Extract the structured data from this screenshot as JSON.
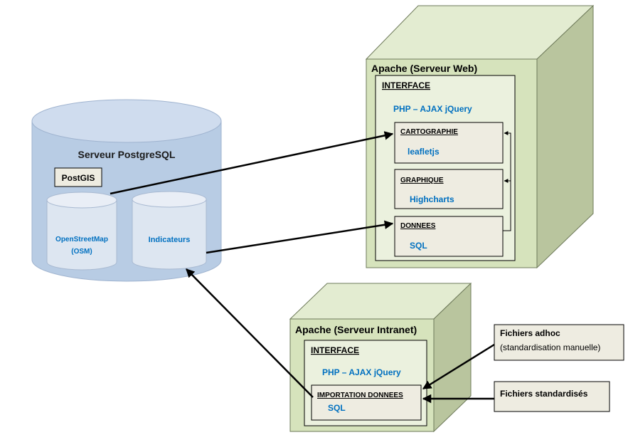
{
  "postgres": {
    "title": "Serveur PostgreSQL",
    "postgis": "PostGIS",
    "db1_line1": "OpenStreetMap",
    "db1_line2": "(OSM)",
    "db2": "Indicateurs"
  },
  "web": {
    "title": "Apache (Serveur Web)",
    "interface": "INTERFACE",
    "tech": "PHP – AJAX jQuery",
    "carto_title": "CARTOGRAPHIE",
    "carto_value": "leafletjs",
    "graph_title": "GRAPHIQUE",
    "graph_value": "Highcharts",
    "data_title": "DONNEES",
    "data_value": "SQL"
  },
  "intranet": {
    "title": "Apache (Serveur Intranet)",
    "interface": "INTERFACE",
    "tech": "PHP – AJAX jQuery",
    "import_title": "IMPORTATION DONNEES",
    "import_value": "SQL"
  },
  "files": {
    "adhoc_title": "Fichiers adhoc",
    "adhoc_sub": "(standardisation manuelle)",
    "std_title": "Fichiers standardisés"
  },
  "colors": {
    "cylinder": "#b8cce4",
    "cylinder_top": "#cfdcee",
    "db": "#dde6f1",
    "cube_front": "#d6e3bc",
    "cube_top": "#e3ecd1",
    "cube_side": "#b9c59e",
    "inner": "#ebf1de",
    "box": "#eeece1",
    "blue_text": "#0070c0"
  }
}
